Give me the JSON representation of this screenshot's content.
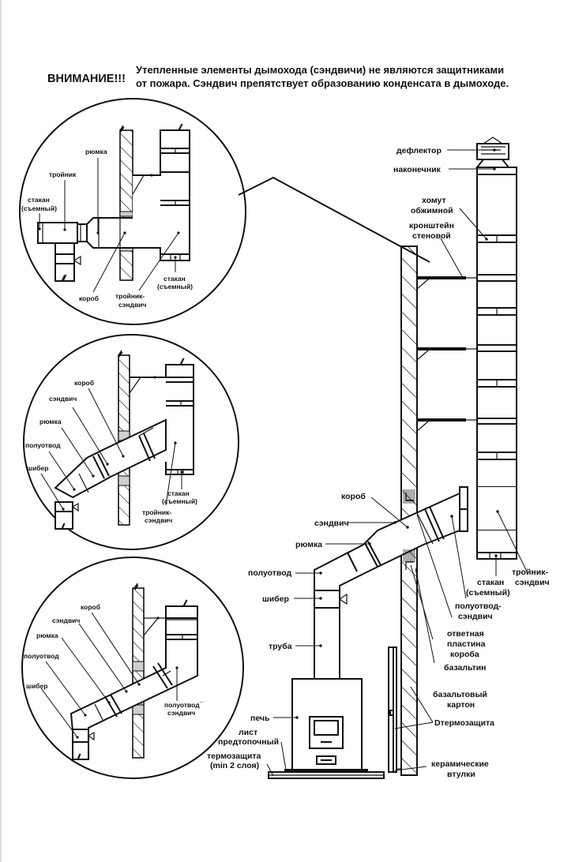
{
  "header": {
    "warning": "ВНИМАНИЕ!!!",
    "line1": "Утепленные элементы дымохода (сэндвичи) не являются защитниками",
    "line2": "от пожара. Сэндвич препятствует образованию конденсата в дымоходе."
  },
  "circle1": {
    "labels": {
      "ryumka": "рюмка",
      "troynik": "тройник",
      "stakan1a": "стакан",
      "stakan1b": "(съемный)",
      "korob": "короб",
      "troynik_s_a": "тройник-",
      "troynik_s_b": "сэндвич",
      "stakan2a": "стакан",
      "stakan2b": "(съемный)"
    }
  },
  "circle2": {
    "labels": {
      "korob": "короб",
      "sendvich": "сэндвич",
      "ryumka": "рюмка",
      "poluotvod": "полуотвод",
      "shiber": "шибер",
      "stakan_a": "стакан",
      "stakan_b": "(съемный)",
      "troynik_a": "тройник-",
      "troynik_b": "сэндвич"
    }
  },
  "circle3": {
    "labels": {
      "korob": "короб",
      "sendvich": "сэндвич",
      "ryumka": "рюмка",
      "poluotvod": "полуотвод",
      "shiber": "шибер",
      "poluotvod_s_a": "полуотвод¯",
      "poluotvod_s_b": "сэндвич"
    }
  },
  "main": {
    "labels": {
      "deflektor": "дефлектор",
      "nakonechnik": "наконечник",
      "homut_a": "хомут",
      "homut_b": "обжимной",
      "kronshtein_a": "кронштейн",
      "kronshtein_b": "стеновой",
      "korob": "короб",
      "sendvich": "сэндвич",
      "ryumka": "рюмка",
      "poluotvod": "полуотвод",
      "shiber": "шибер",
      "truba": "труба",
      "pech": "печь",
      "list_a": "лист",
      "list_b": "предтопочный",
      "termo_a": "термозащита",
      "termo_b": "(min  2 слоя)",
      "troynik_a": "тройник-",
      "troynik_b": "сэндвич",
      "stakan_a": "стакан",
      "stakan_b": "(съемный)",
      "poluotvod_s_a": "полуотвод-",
      "poluotvod_s_b": "сэндвич",
      "otvetnaya_a": "ответная",
      "otvetnaya_b": "пластина",
      "otvetnaya_c": "короба",
      "bazaltin": "базальтин",
      "bazalt_karton_a": "базальтовый",
      "bazalt_karton_b": "картон",
      "termozashita": "Dтермозащита",
      "keramika_a": "керамические",
      "keramika_b": "втулки"
    }
  }
}
